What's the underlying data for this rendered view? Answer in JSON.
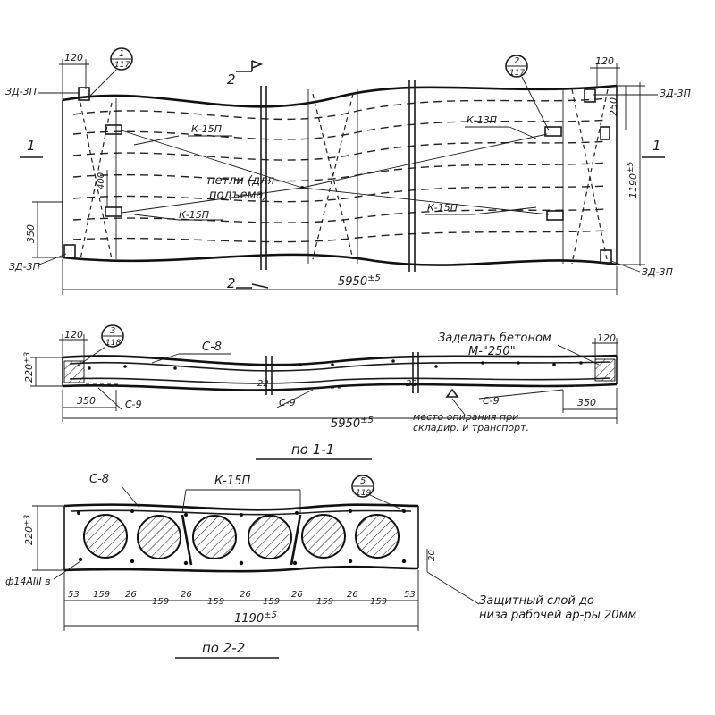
{
  "plan": {
    "label_zd_tl": "ЗД-3П",
    "label_zd_bl": "ЗД-3П",
    "label_zd_tr": "ЗД-3П",
    "label_zd_br": "ЗД-3П",
    "dim_120_left": "120",
    "dim_120_right": "120",
    "dim_250": "250",
    "dim_350": "350",
    "dim_400": "400",
    "dim_length": "5950",
    "dim_length_tol": "±5",
    "dim_width": "1190",
    "dim_width_tol": "±5",
    "callout1_num": "1",
    "callout1_sheet": "117",
    "callout2_num": "2",
    "callout2_sheet": "117",
    "section1_left": "1",
    "section1_right": "1",
    "section2_top": "2",
    "section2_bottom": "2",
    "k15p_top": "К-15П",
    "k15p_mid": "К-15П",
    "k15p_right": "К-15П",
    "k13p": "К-13П",
    "loops_line1": "петли (для",
    "loops_line2": "подъема)"
  },
  "section11": {
    "c8": "С-8",
    "c9_left": "С-9",
    "c9_mid": "С-9",
    "c9_right": "С-9",
    "dim_120_left": "120",
    "dim_120_right": "120",
    "dim_220": "220",
    "dim_220_tol": "±3",
    "dim_350_left": "350",
    "dim_350_right": "350",
    "dim_length": "5950",
    "dim_length_tol": "±5",
    "break_left": "22",
    "break_right": "22",
    "callout_num": "3",
    "callout_sheet": "118",
    "concrete_line1": "Заделать бетоном",
    "concrete_line2": "М-\"250\"",
    "support_line1": "место опирания при",
    "support_line2": "складир. и транспорт.",
    "title": "по 1-1"
  },
  "section22": {
    "c8": "С-8",
    "k15p": "К-15П",
    "callout_num": "5",
    "callout_sheet": "119",
    "dim_220": "220",
    "dim_220_tol": "±3",
    "rebar": "ф14АIII в",
    "dim_20": "20",
    "bottom_dims": [
      "53",
      "159",
      "26",
      "159",
      "26",
      "159",
      "26",
      "159",
      "26",
      "159",
      "26",
      "159",
      "53"
    ],
    "dim_width": "1190",
    "dim_width_tol": "±5",
    "cover_line1": "Защитный слой до",
    "cover_line2": "низа рабочей ар-ры 20мм",
    "title": "по 2-2"
  }
}
